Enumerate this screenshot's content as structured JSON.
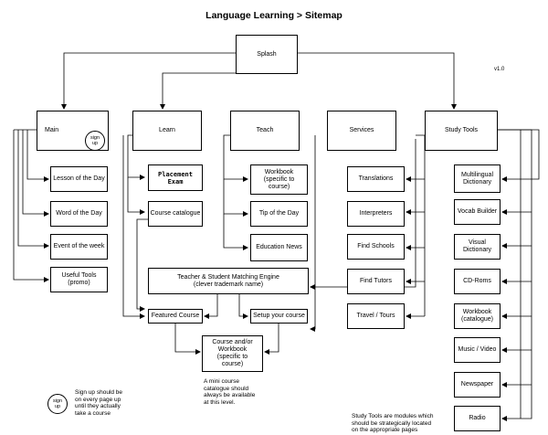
{
  "title": "Language Learning > Sitemap",
  "version": "v1.0",
  "nodes": {
    "splash": "Splash",
    "main": "Main",
    "learn": "Learn",
    "teach": "Teach",
    "services": "Services",
    "study_tools": "Study Tools",
    "lesson_of_the_day": "Lesson of the Day",
    "word_of_the_day": "Word of the Day",
    "event_of_the_week": "Event of the week",
    "useful_tools": "Useful Tools\n(promo)",
    "placement_exam": "Placement Exam",
    "course_catalogue": "Course catalogue",
    "workbook_teach": "Workbook\n(specific to\ncourse)",
    "tip_of_the_day": "Tip of the Day",
    "education_news": "Education News",
    "translations": "Translations",
    "interpreters": "Interpreters",
    "find_schools": "Find Schools",
    "find_tutors": "Find Tutors",
    "travel_tours": "Travel / Tours",
    "multilingual_dictionary": "Multilingual\nDictionary",
    "vocab_builder": "Vocab Builder",
    "visual_dictionary": "Visual Dictionary",
    "cd_roms": "CD-Roms",
    "workbook_catalogue": "Workbook\n(catalogue)",
    "music_video": "Music / Video",
    "newspaper": "Newspaper",
    "radio": "Radio",
    "matching_engine": "Teacher & Student Matching Engine\n(clever trademark name)",
    "featured_course": "Featured Course",
    "setup_your_course": "Setup your course",
    "course_workbook": "Course and/or\nWorkbook\n(specific to\ncourse)"
  },
  "badges": {
    "sign_up_main": "sign\nup",
    "sign_up_legend": "sign\nup"
  },
  "notes": {
    "mini_catalogue": "A mini course\ncatalogue should\nalways be available\nat this level.",
    "sign_up_note": "Sign up should be\non every page up\nuntil they actually\ntake a course",
    "study_tools_note": "Study Tools are modules which\nshould be strategically located\non the appropriate pages"
  }
}
